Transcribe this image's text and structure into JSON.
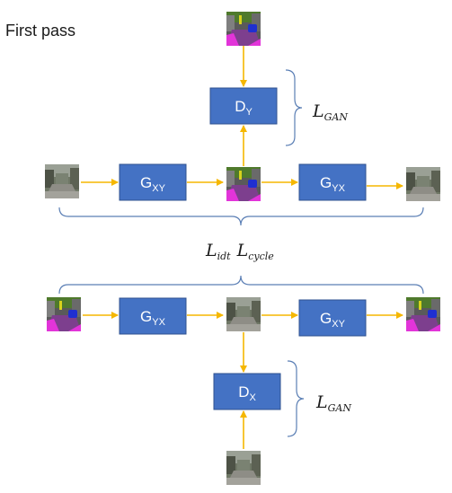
{
  "heading": "First pass",
  "top_row": {
    "gen1": {
      "main": "G",
      "sub": "XY"
    },
    "gen2": {
      "main": "G",
      "sub": "YX"
    },
    "disc": {
      "main": "D",
      "sub": "Y"
    },
    "loss_gan": {
      "script": "L",
      "sub": "GAN"
    }
  },
  "middle_losses": {
    "idt": {
      "script": "L",
      "sub": "idt"
    },
    "cycle": {
      "script": "L",
      "sub": "cycle"
    }
  },
  "bottom_row": {
    "gen1": {
      "main": "G",
      "sub": "YX"
    },
    "gen2": {
      "main": "G",
      "sub": "XY"
    },
    "disc": {
      "main": "D",
      "sub": "X"
    },
    "loss_gan": {
      "script": "L",
      "sub": "GAN"
    }
  },
  "colors": {
    "box_fill": "#4472c4",
    "box_stroke": "#2f528f",
    "arrow": "#f5b700",
    "brace": "#5b7fb5",
    "text": "#1a1a1a",
    "photo_sky": "#6f7766",
    "photo_road": "#8e8d86",
    "seg_road": "#7d3f8e",
    "seg_sidewalk": "#e234d9",
    "seg_car": "#1f2fd1",
    "seg_veg": "#4f7a2c"
  }
}
